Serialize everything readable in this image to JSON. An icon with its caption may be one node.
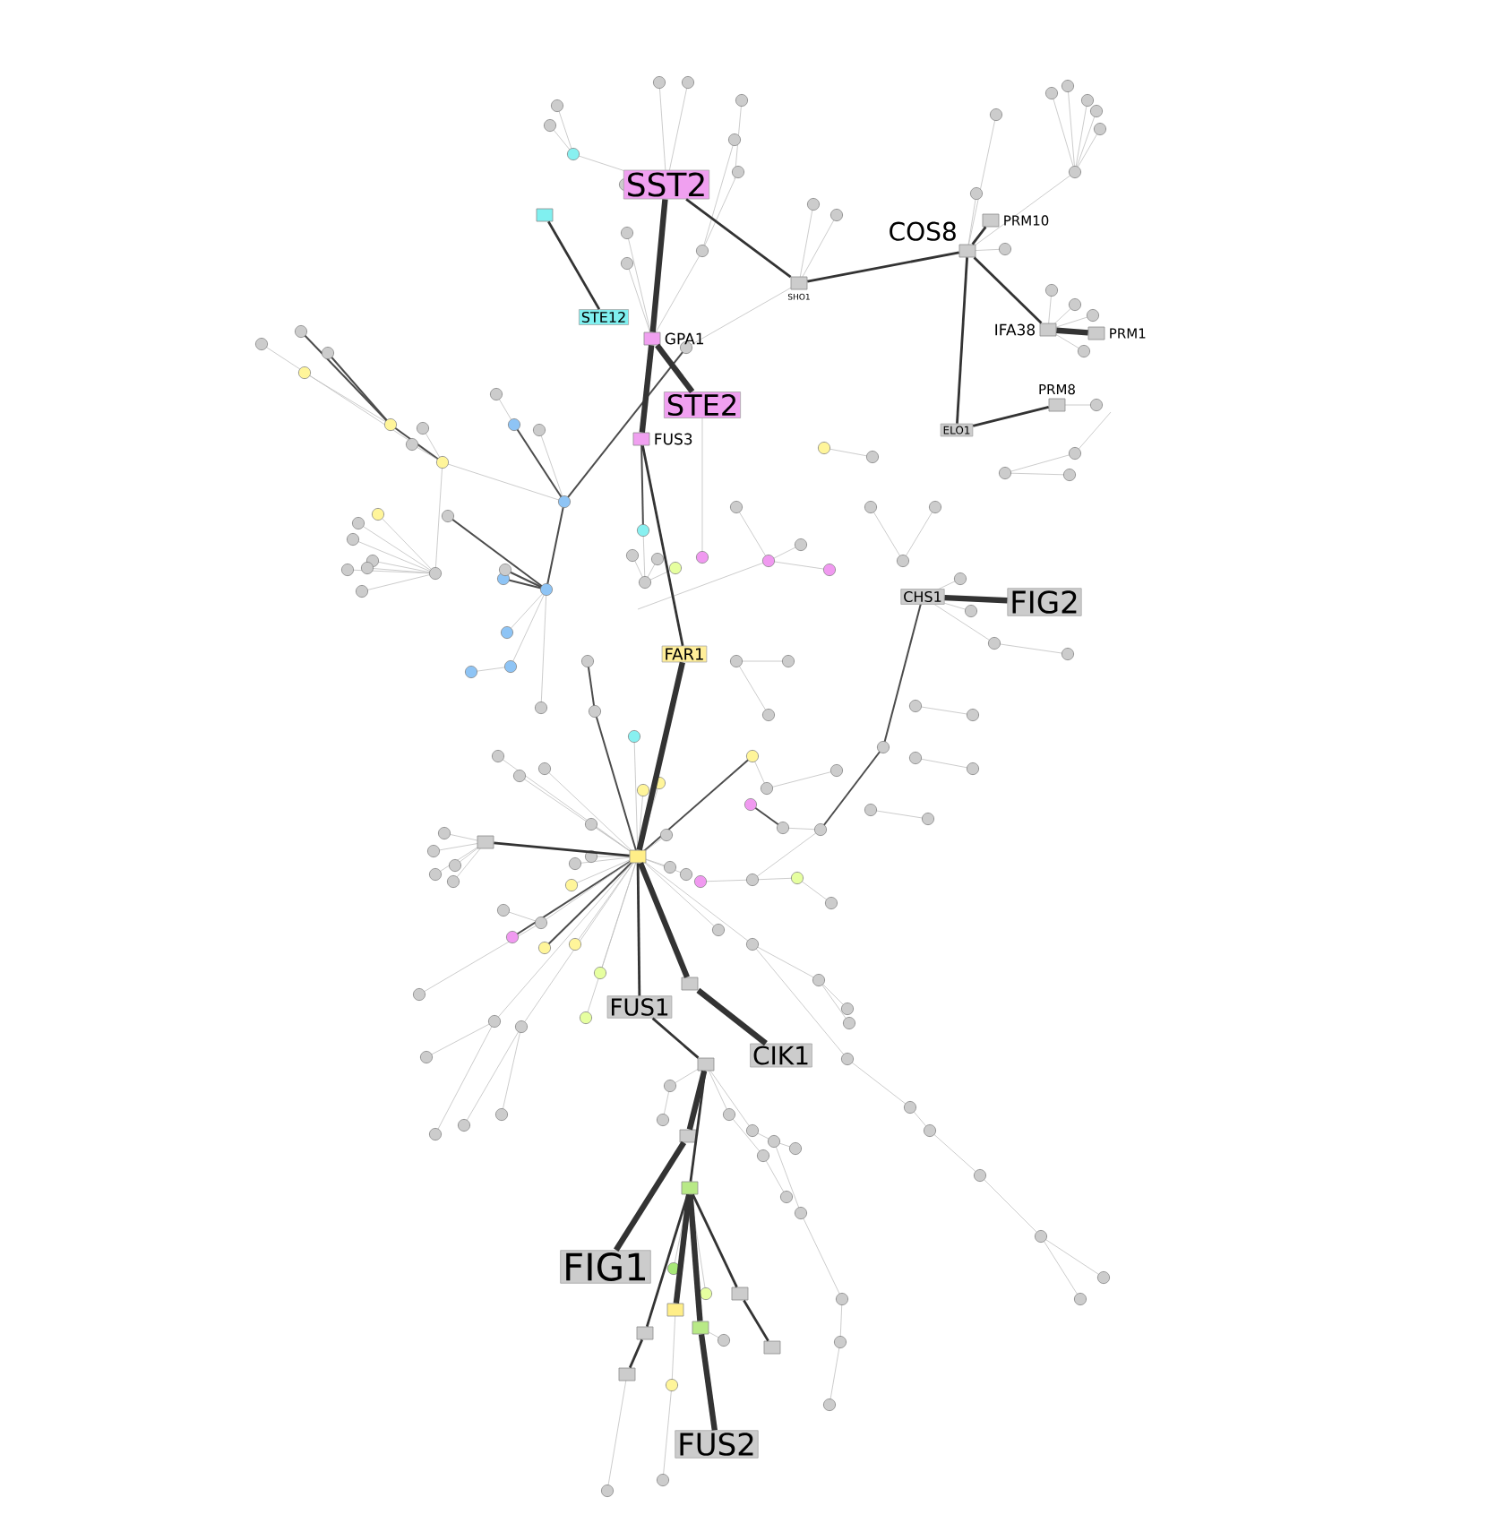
{
  "diagram": {
    "nodes": [
      {
        "text": [
          "SST2"
        ]
      },
      {
        "text": [
          "STE12"
        ]
      },
      {
        "text": [
          "GPA1"
        ]
      },
      {
        "text": [
          "STE2"
        ]
      },
      {
        "text": [
          "FUS3"
        ]
      },
      {
        "text": [
          "SHO1"
        ]
      },
      {
        "text": [
          "COS8"
        ]
      },
      {
        "text": [
          "PRM10"
        ]
      },
      {
        "text": [
          "IFA38"
        ]
      },
      {
        "text": [
          "PRM1"
        ]
      },
      {
        "text": [
          "PRM8"
        ]
      },
      {
        "text": [
          "ELO1"
        ]
      },
      {
        "text": [
          "FAR1"
        ]
      },
      {
        "text": [
          "CHS1"
        ]
      },
      {
        "text": [
          "FIG2"
        ]
      },
      {
        "text": [],
        "shape": "box"
      },
      {
        "text": [],
        "shape": "box"
      },
      {
        "text": [
          "FUS1"
        ]
      },
      {
        "text": [],
        "shape": "box"
      },
      {
        "text": [
          "CIK1"
        ]
      },
      {
        "text": [],
        "shape": "box"
      },
      {
        "text": [],
        "shape": "box"
      },
      {
        "text": [],
        "shape": "box"
      },
      {
        "text": [
          "FIG1"
        ]
      },
      {
        "text": [],
        "shape": "box"
      },
      {
        "text": [],
        "shape": "box"
      },
      {
        "text": [],
        "shape": "box"
      },
      {
        "text": [],
        "shape": "box"
      },
      {
        "text": [],
        "shape": "box"
      },
      {
        "text": [],
        "shape": "box"
      },
      {
        "text": [
          "FUS2"
        ]
      },
      {
        "text": [],
        "shape": "box"
      }
    ],
    "edges": [
      {
        "from": 0,
        "to": 2,
        "arrow": "none",
        "style": "thick"
      },
      {
        "from": 2,
        "to": 3,
        "arrow": "none",
        "style": "thick"
      },
      {
        "from": 2,
        "to": 4,
        "arrow": "none",
        "style": "thick"
      },
      {
        "from": 0,
        "to": 5,
        "arrow": "none"
      },
      {
        "from": 5,
        "to": 6,
        "arrow": "none"
      },
      {
        "from": 6,
        "to": 7,
        "arrow": "none"
      },
      {
        "from": 6,
        "to": 11,
        "arrow": "none"
      },
      {
        "from": 6,
        "to": 8,
        "arrow": "none"
      },
      {
        "from": 8,
        "to": 9,
        "arrow": "none",
        "style": "thick"
      },
      {
        "from": 11,
        "to": 10,
        "arrow": "none"
      },
      {
        "from": 15,
        "to": 1,
        "arrow": "none"
      },
      {
        "from": 4,
        "to": 12,
        "arrow": "none"
      },
      {
        "from": 12,
        "to": 18,
        "arrow": "none",
        "style": "thick"
      },
      {
        "from": 18,
        "to": 16,
        "arrow": "none"
      },
      {
        "from": 18,
        "to": 17,
        "arrow": "none"
      },
      {
        "from": 18,
        "to": 20,
        "arrow": "none",
        "style": "thick"
      },
      {
        "from": 20,
        "to": 19,
        "arrow": "none",
        "style": "thick"
      },
      {
        "from": 13,
        "to": 14,
        "arrow": "none",
        "style": "thick"
      },
      {
        "from": 17,
        "to": 21,
        "arrow": "none"
      },
      {
        "from": 21,
        "to": 22,
        "arrow": "none",
        "style": "thick"
      },
      {
        "from": 22,
        "to": 23,
        "arrow": "none",
        "style": "thick"
      },
      {
        "from": 21,
        "to": 24,
        "arrow": "none"
      },
      {
        "from": 24,
        "to": 26,
        "arrow": "none",
        "style": "thick"
      },
      {
        "from": 24,
        "to": 27,
        "arrow": "none",
        "style": "thick"
      },
      {
        "from": 27,
        "to": 30,
        "arrow": "none",
        "style": "thick"
      },
      {
        "from": 24,
        "to": 25,
        "arrow": "none"
      },
      {
        "from": 25,
        "to": 29,
        "arrow": "none"
      },
      {
        "from": 24,
        "to": 28,
        "arrow": "none"
      },
      {
        "from": 28,
        "to": 31,
        "arrow": "none"
      }
    ]
  }
}
